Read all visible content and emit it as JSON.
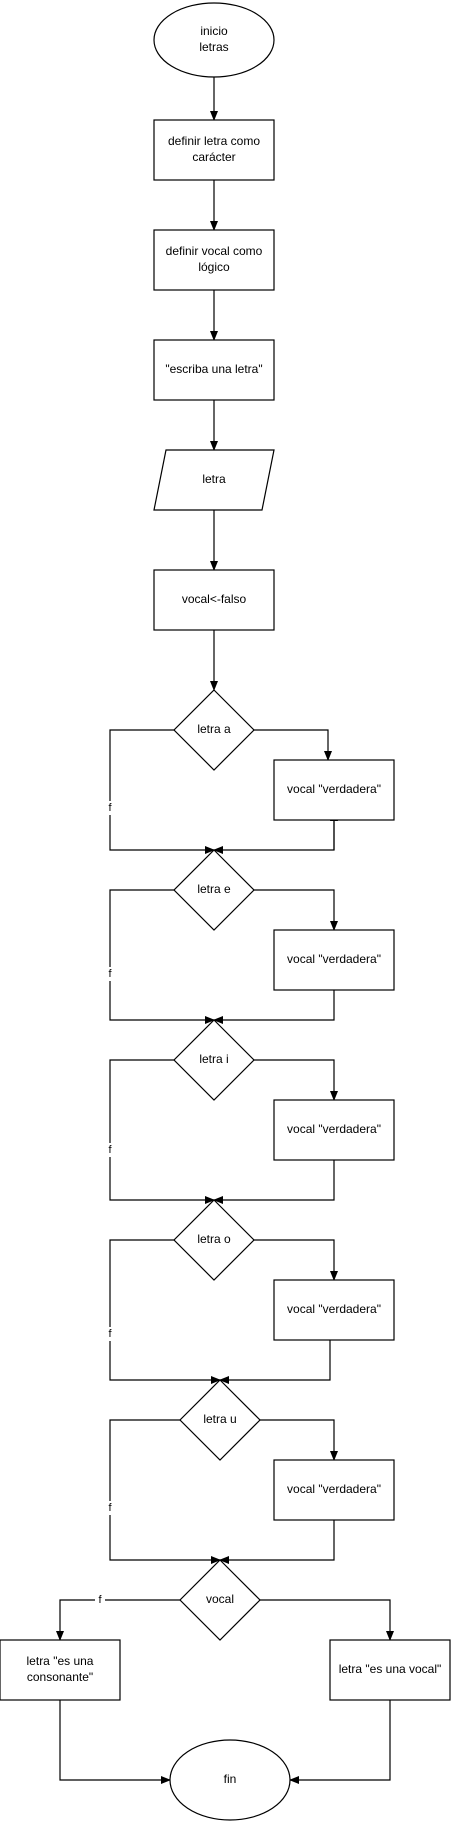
{
  "nodes": {
    "start": {
      "shape": "ellipse",
      "lines": [
        "inicio",
        "letras"
      ]
    },
    "def_letra": {
      "shape": "process",
      "lines": [
        "definir letra como",
        "carácter"
      ]
    },
    "def_vocal": {
      "shape": "process",
      "lines": [
        "definir vocal como",
        "lógico"
      ]
    },
    "prompt": {
      "shape": "process",
      "lines": [
        "\"escriba una letra\""
      ]
    },
    "input_letra": {
      "shape": "io",
      "lines": [
        "letra"
      ]
    },
    "init_vocal": {
      "shape": "process",
      "lines": [
        "vocal<-falso"
      ]
    },
    "dec_a": {
      "shape": "decision",
      "lines": [
        "letra a"
      ]
    },
    "set_a": {
      "shape": "process",
      "lines": [
        "vocal \"verdadera\""
      ]
    },
    "dec_e": {
      "shape": "decision",
      "lines": [
        "letra e"
      ]
    },
    "set_e": {
      "shape": "process",
      "lines": [
        "vocal \"verdadera\""
      ]
    },
    "dec_i": {
      "shape": "decision",
      "lines": [
        "letra i"
      ]
    },
    "set_i": {
      "shape": "process",
      "lines": [
        "vocal \"verdadera\""
      ]
    },
    "dec_o": {
      "shape": "decision",
      "lines": [
        "letra o"
      ]
    },
    "set_o": {
      "shape": "process",
      "lines": [
        "vocal \"verdadera\""
      ]
    },
    "dec_u": {
      "shape": "decision",
      "lines": [
        "letra u"
      ]
    },
    "set_u": {
      "shape": "process",
      "lines": [
        "vocal \"verdadera\""
      ]
    },
    "dec_vocal": {
      "shape": "decision",
      "lines": [
        "vocal"
      ]
    },
    "out_consonante": {
      "shape": "process",
      "lines": [
        "letra \"es una",
        "consonante\""
      ]
    },
    "out_vocal": {
      "shape": "process",
      "lines": [
        "letra \"es una vocal\""
      ]
    },
    "end": {
      "shape": "ellipse",
      "lines": [
        "fin"
      ]
    }
  },
  "edge_labels": {
    "false_a": "f",
    "false_e": "f",
    "false_i": "f",
    "false_o": "f",
    "false_u": "f",
    "false_vocal": "f"
  },
  "colors": {
    "stroke": "#000000",
    "fill": "#ffffff",
    "text": "#000000",
    "background": "#ffffff"
  }
}
